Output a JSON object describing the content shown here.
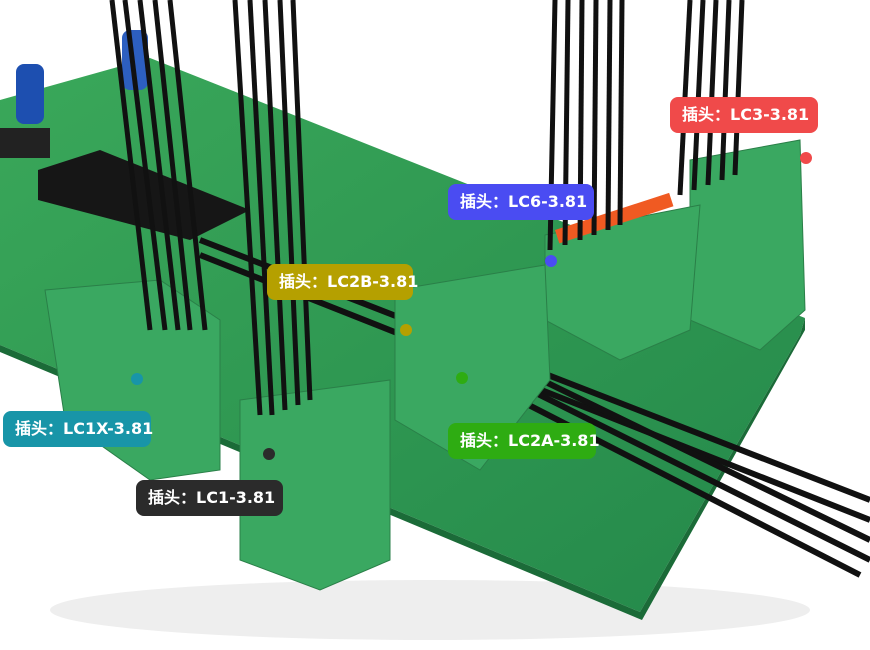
{
  "labels": [
    {
      "id": "lc3",
      "text": "插头：LC3-3.81",
      "color": "#f04a4a"
    },
    {
      "id": "lc6",
      "text": "插头：LC6-3.81",
      "color": "#4a4cf2"
    },
    {
      "id": "lc2b",
      "text": "插头：LC2B-3.81",
      "color": "#b5a000"
    },
    {
      "id": "lc1x",
      "text": "插头：LC1X-3.81",
      "color": "#1895a8"
    },
    {
      "id": "lc1",
      "text": "插头：LC1-3.81",
      "color": "#2b2b2b"
    },
    {
      "id": "lc2a",
      "text": "插头：LC2A-3.81",
      "color": "#2eac12"
    }
  ]
}
